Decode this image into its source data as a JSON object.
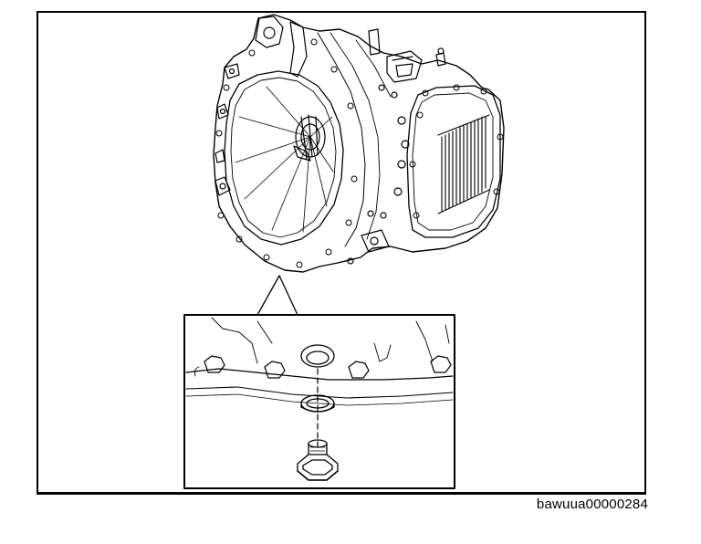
{
  "figure": {
    "code": "bawuua00000284"
  },
  "icons": {
    "main": "transaxle-assembly-illustration",
    "detail": "drain-plug-and-gasket-detail"
  },
  "colors": {
    "line": "#000000",
    "background": "#ffffff"
  }
}
